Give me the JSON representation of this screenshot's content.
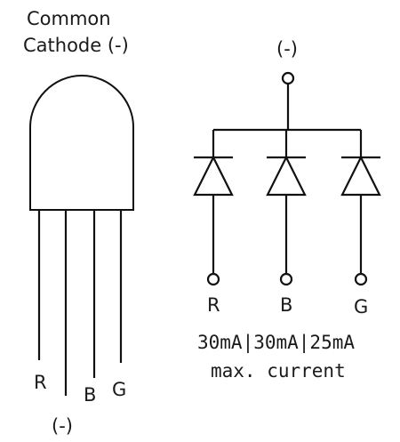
{
  "led_drawing": {
    "title_line1": "Common",
    "title_line2": "Cathode (-)",
    "pin_labels": {
      "r": "R",
      "b": "B",
      "g": "G",
      "common": "(-)"
    }
  },
  "schematic": {
    "common_label": "(-)",
    "diodes": [
      {
        "label": "R",
        "current": "30mA"
      },
      {
        "label": "B",
        "current": "30mA"
      },
      {
        "label": "G",
        "current": "25mA"
      }
    ],
    "currents_line": "30mA|30mA|25mA",
    "caption": "max. current"
  }
}
